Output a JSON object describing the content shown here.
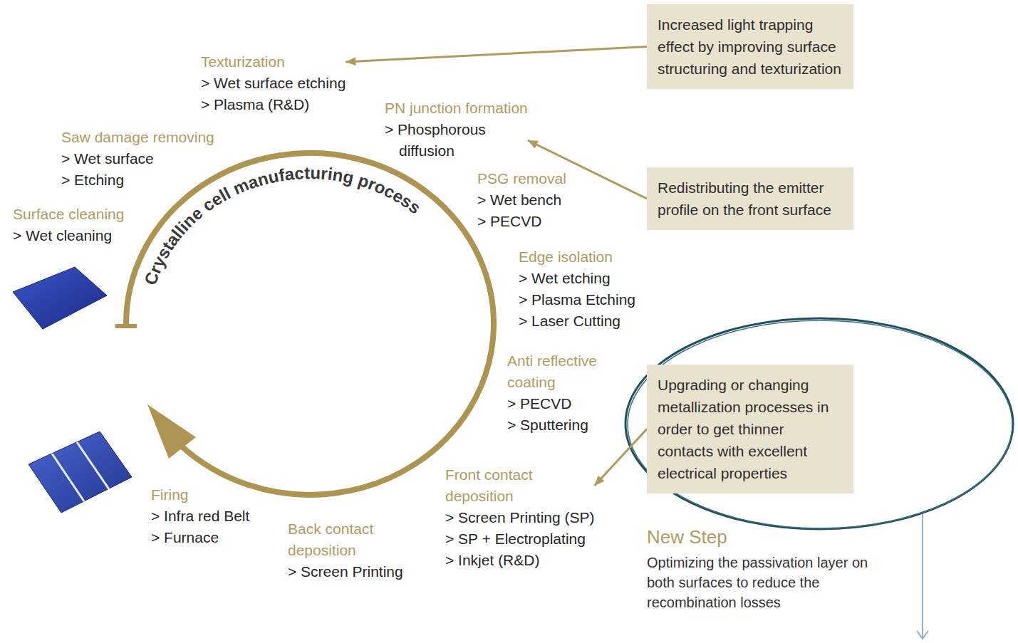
{
  "diagram": {
    "nodes": [
      {
        "text": [
          "Texturization",
          "> Wet surface etching",
          "> Plasma (R&D)"
        ]
      },
      {
        "text": [
          "Saw damage removing",
          "> Wet surface",
          "> Etching"
        ]
      },
      {
        "text": [
          "Surface cleaning",
          "> Wet cleaning"
        ]
      },
      {
        "text": [
          "PN junction formation",
          "> Phosphorous diffusion"
        ]
      },
      {
        "text": [
          "PSG removal",
          "> Wet bench",
          "> PECVD"
        ]
      },
      {
        "text": [
          "Edge isolation",
          "> Wet etching",
          "> Plasma Etching",
          "> Laser Cutting"
        ]
      },
      {
        "text": [
          "Anti reflective coating",
          "> PECVD",
          "> Sputtering"
        ]
      },
      {
        "text": [
          "Front contact deposition",
          "> Screen Printing (SP)",
          "> SP + Electroplating",
          "> Inkjet (R&D)"
        ]
      },
      {
        "text": [
          "Back contact deposition",
          "> Screen Printing"
        ]
      },
      {
        "text": [
          "Firing",
          "> Infra red Belt",
          "> Furnace"
        ]
      },
      {
        "text": [
          "Increased light trapping effect by improving surface structuring and texturization"
        ]
      },
      {
        "text": [
          "Redistributing the emitter profile on the front surface"
        ]
      },
      {
        "text": [
          "Upgrading or changing metallization processes in order to get thinner contacts with excellent electrical properties"
        ]
      }
    ],
    "edges": [
      {
        "from": 10,
        "to": 0,
        "arrow": "to"
      },
      {
        "from": 11,
        "to": 3,
        "arrow": "to"
      },
      {
        "from": 12,
        "to": 7,
        "arrow": "to"
      }
    ],
    "labels": [
      "Crystalline cell manufacturing process",
      "New Step",
      "Optimizing the passivation layer on both surfaces to reduce the recombination losses"
    ]
  }
}
